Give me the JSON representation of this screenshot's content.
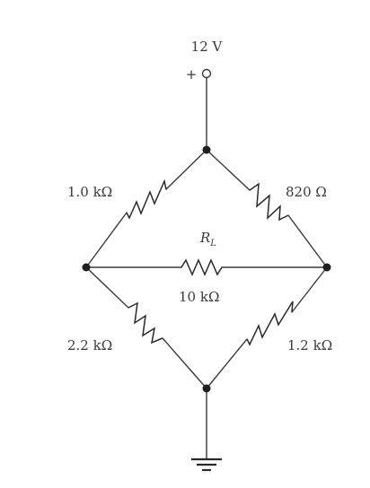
{
  "source": {
    "voltage_label": "12 V",
    "polarity": "+"
  },
  "resistors": {
    "top_left": "1.0 kΩ",
    "top_right": "820 Ω",
    "bottom_left": "2.2 kΩ",
    "bottom_right": "1.2 kΩ",
    "load_symbol": "R",
    "load_subscript": "L",
    "load_value": "10 kΩ"
  }
}
